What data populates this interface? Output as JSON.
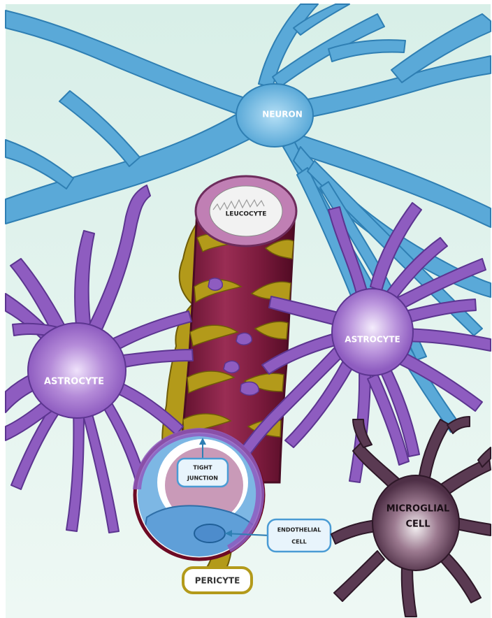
{
  "labels": {
    "neuron": "NEURON",
    "leucocyte": "LEUCOCYTE",
    "astrocyte_left": "ASTROCYTE",
    "astrocyte_right": "ASTROCYTE",
    "tight_junction_line1": "TIGHT",
    "tight_junction_line2": "JUNCTION",
    "endothelial_line1": "ENDOTHELIAL",
    "endothelial_line2": "CELL",
    "microglial_line1": "MICROGLIAL",
    "microglial_line2": "CELL",
    "pericyte": "PERICYTE"
  },
  "colors": {
    "background": "#dcf0ea",
    "neuron": "#5aa9d8",
    "neuron_outline": "#2f7fb3",
    "astrocyte": "#8e5cc0",
    "astrocyte_outline": "#5c3590",
    "vessel": "#7a1a3c",
    "vessel_outline": "#4a0c24",
    "pericyte": "#b39a1a",
    "lumen": "#c99ab8",
    "microglia": "#5a3a52",
    "endothelial": "#5f9fd8"
  }
}
